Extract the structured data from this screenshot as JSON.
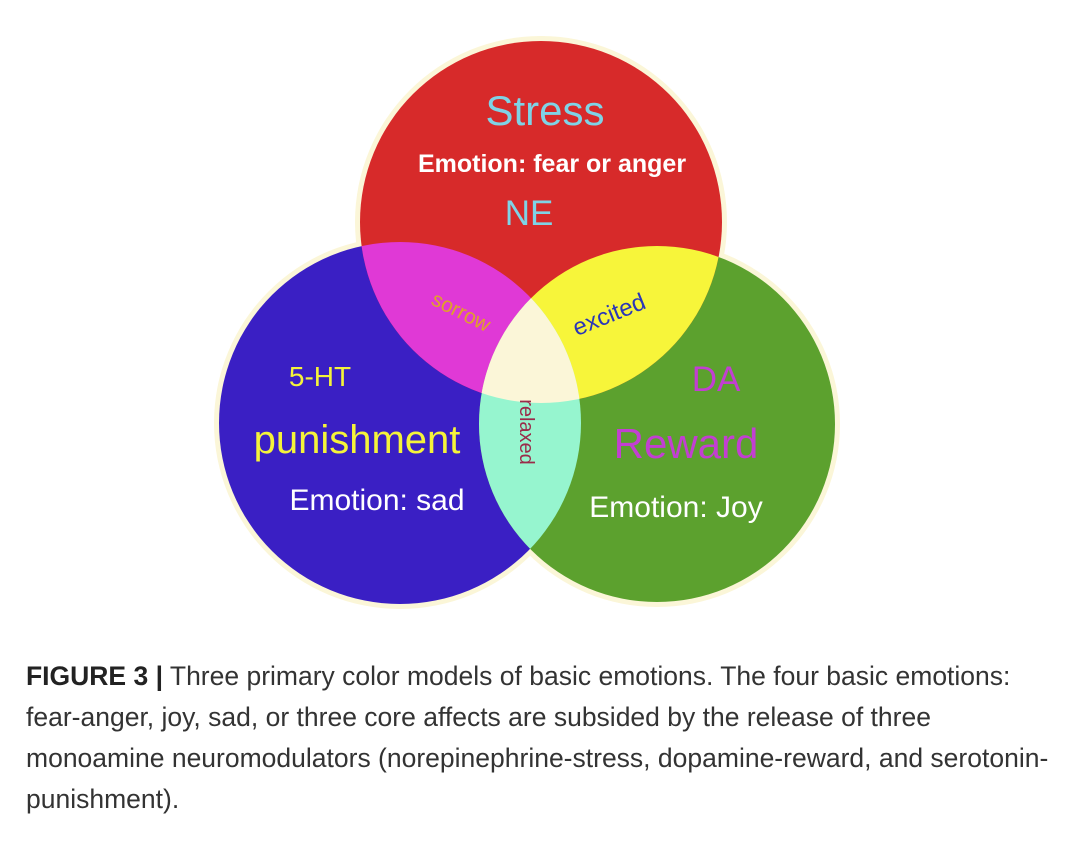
{
  "colors": {
    "stress": "#d72a2a",
    "punishment": "#3a1fc4",
    "reward": "#5ca12e",
    "sorrow_overlap": "#e039d6",
    "excited_overlap": "#f7f53a",
    "relaxed_overlap": "#96f5cf",
    "center": "#fbf6d8",
    "title_cyan": "#7fd3e6",
    "yellow_text": "#f5f33a",
    "magenta_text": "#c23fd1",
    "white_text": "#ffffff",
    "excited_text": "#2a36b8",
    "sorrow_text": "#e0a12a",
    "relaxed_text": "#9a2b4a"
  },
  "diagram": {
    "stress": {
      "title": "Stress",
      "emotion": "Emotion: fear or anger",
      "modulator": "NE"
    },
    "punishment": {
      "modulator": "5-HT",
      "title": "punishment",
      "emotion": "Emotion: sad"
    },
    "reward": {
      "modulator": "DA",
      "title": "Reward",
      "emotion": "Emotion: Joy"
    },
    "overlaps": {
      "sorrow": "sorrow",
      "excited": "excited",
      "relaxed": "relaxed"
    }
  },
  "caption": {
    "label": "FIGURE 3 |",
    "text": " Three primary color models of basic emotions. The four basic emotions: fear-anger, joy, sad, or three core affects are subsided by the release of three monoamine neuromodulators (norepinephrine-stress, dopamine-reward, and serotonin-punishment)."
  }
}
